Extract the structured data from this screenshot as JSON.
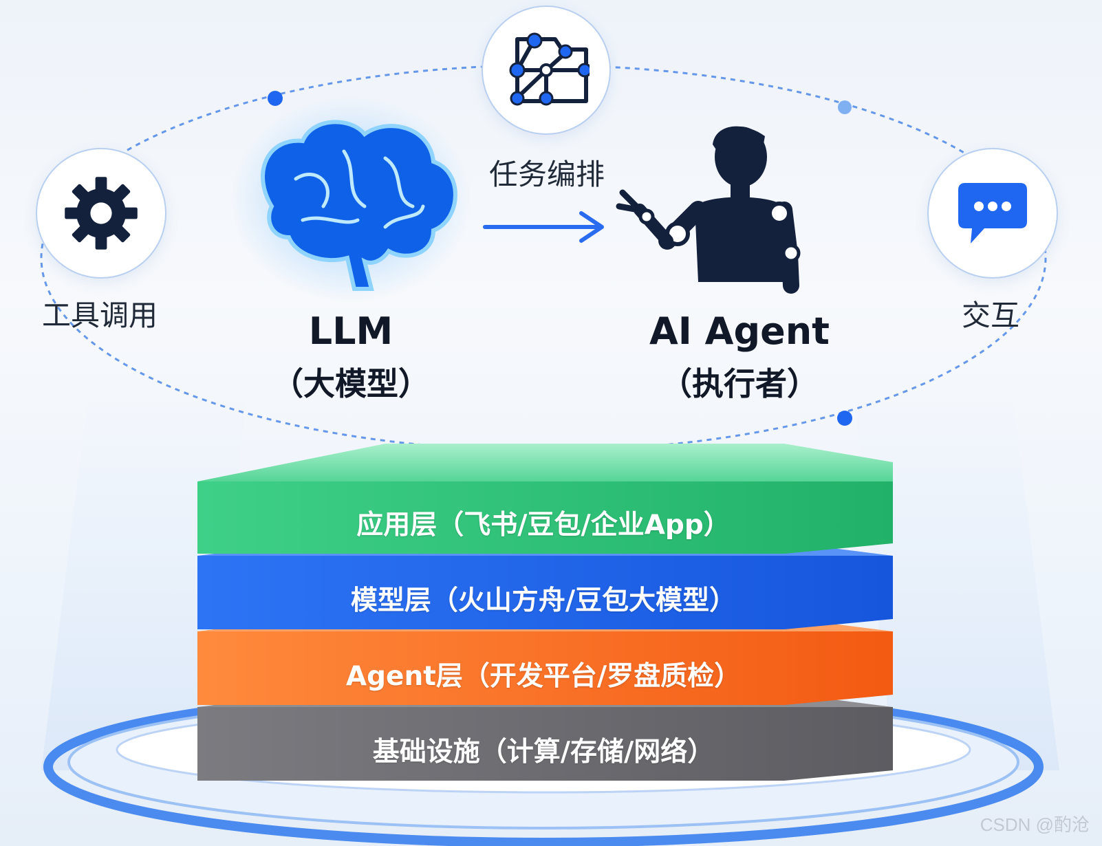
{
  "nodes": {
    "tools": {
      "label": "工具调用",
      "icon": "gear-icon"
    },
    "orchestration": {
      "label": "任务编排",
      "icon": "workflow-icon"
    },
    "interaction": {
      "label": "交互",
      "icon": "chat-icon"
    },
    "llm": {
      "title": "LLM",
      "subtitle": "（大模型）",
      "icon": "brain-icon"
    },
    "agent": {
      "title": "AI Agent",
      "subtitle": "（执行者）",
      "icon": "robot-person-icon"
    }
  },
  "layers": [
    {
      "label": "应用层（飞书/豆包/企业App）",
      "color": "#34c77b"
    },
    {
      "label": "模型层（火山方舟/豆包大模型）",
      "color": "#1f66f0"
    },
    {
      "label": "Agent层（开发平台/罗盘质检）",
      "color": "#f86a1f"
    },
    {
      "label": "基础设施（计算/存储/网络）",
      "color": "#6f6f73"
    }
  ],
  "colors": {
    "accent_blue": "#2a6cf0",
    "ring": "#4b86e6"
  },
  "watermark": "CSDN @酌沧"
}
